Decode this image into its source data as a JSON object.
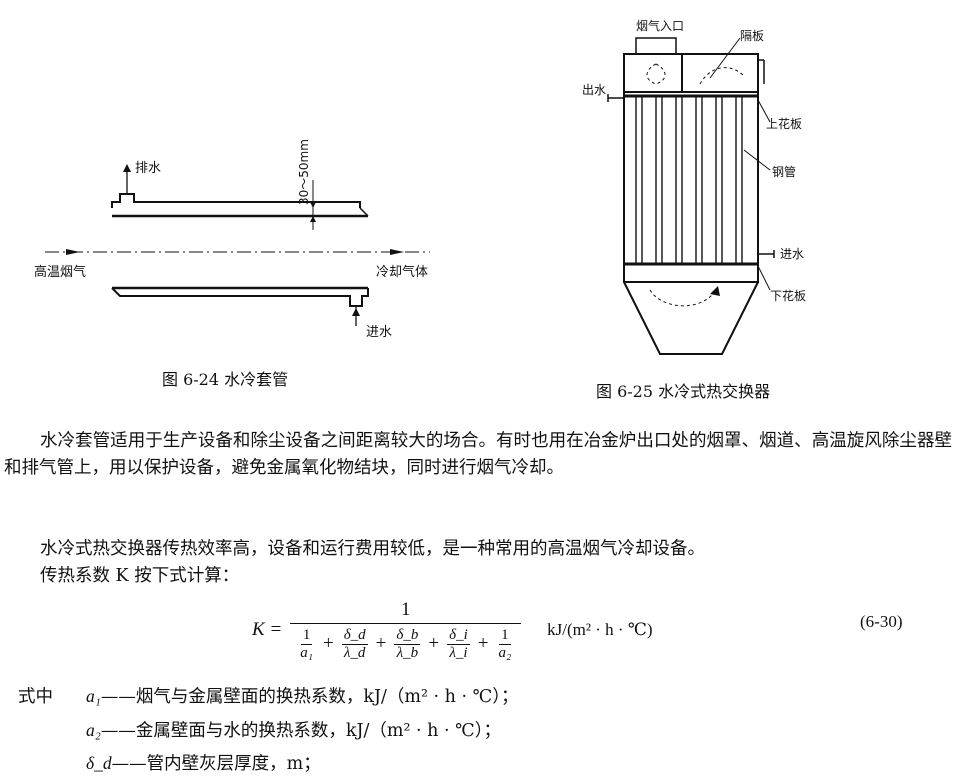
{
  "figure_left": {
    "labels": {
      "drain": "排水",
      "gap": "30～50mm",
      "hot_gas": "高温烟气",
      "cool_gas": "冷却气体",
      "water_in": "进水"
    },
    "caption": "图 6-24  水冷套管"
  },
  "figure_right": {
    "labels": {
      "gas_inlet": "烟气入口",
      "baffle": "隔板",
      "water_out": "出水",
      "upper_plate": "上花板",
      "steel_pipe": "钢管",
      "water_in": "进水",
      "lower_plate": "下花板"
    },
    "caption": "图 6-25   水冷式热交换器"
  },
  "paragraphs": {
    "p1": "水冷套管适用于生产设备和除尘设备之间距离较大的场合。有时也用在冶金炉出口处的烟罩、烟道、高温旋风除尘器壁和排气管上，用以保护设备，避免金属氧化物结块，同时进行烟气冷却。",
    "p2": "水冷式热交换器传热效率高，设备和运行费用较低，是一种常用的高温烟气冷却设备。",
    "p3": "传热系数 K 按下式计算："
  },
  "formula": {
    "lhs": "K =",
    "numerator": "1",
    "terms": [
      {
        "num": "1",
        "den": "a₁"
      },
      {
        "num": "δ_d",
        "den": "λ_d"
      },
      {
        "num": "δ_b",
        "den": "λ_b"
      },
      {
        "num": "δ_i",
        "den": "λ_i"
      },
      {
        "num": "1",
        "den": "a₂"
      }
    ],
    "unit": "kJ/(m² · h · ℃)",
    "number": "(6-30)"
  },
  "definitions": {
    "lead": "式中",
    "items": [
      {
        "symbol": "a₁",
        "text": "——烟气与金属壁面的换热系数，kJ/（m² · h · ℃）；"
      },
      {
        "symbol": "a₂",
        "text": "——金属壁面与水的换热系数，kJ/（m² · h · ℃）；"
      },
      {
        "symbol": "δ_d",
        "text": "——管内壁灰层厚度，m；"
      }
    ]
  }
}
